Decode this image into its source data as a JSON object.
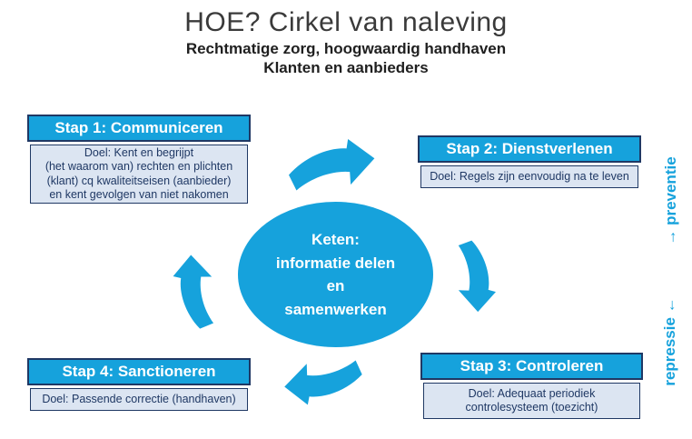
{
  "header": {
    "title": "HOE? Cirkel van naleving",
    "subtitle1": "Rechtmatige zorg, hoogwaardig handhaven",
    "subtitle2": "Klanten en aanbieders"
  },
  "steps": [
    {
      "label": "Stap 1: Communiceren",
      "doel": "Doel: Kent en begrijpt\n(het waarom van) rechten en plichten\n(klant) cq kwaliteitseisen (aanbieder)\nen kent gevolgen van niet nakomen"
    },
    {
      "label": "Stap 2: Dienstverlenen",
      "doel": "Doel: Regels zijn eenvoudig na te leven"
    },
    {
      "label": "Stap 3: Controleren",
      "doel": "Doel: Adequaat periodiek\ncontrolesysteem (toezicht)"
    },
    {
      "label": "Stap 4: Sanctioneren",
      "doel": "Doel: Passende correctie (handhaven)"
    }
  ],
  "center": {
    "text": "Keten:\ninformatie delen\nen\nsamenwerken"
  },
  "side_labels": {
    "preventie": "→ preventie",
    "repressie": "repressie ←"
  },
  "icons": {
    "cycle": [
      "curved-arrow-right-icon",
      "curved-arrow-down-icon",
      "curved-arrow-left-icon",
      "curved-arrow-up-icon"
    ]
  },
  "colors": {
    "accent": "#16A2DC",
    "navy": "#1F3864",
    "panel": "#DCE5F2",
    "title-color": "#3A3A3A",
    "subtitle-color": "#1F1F1F"
  }
}
